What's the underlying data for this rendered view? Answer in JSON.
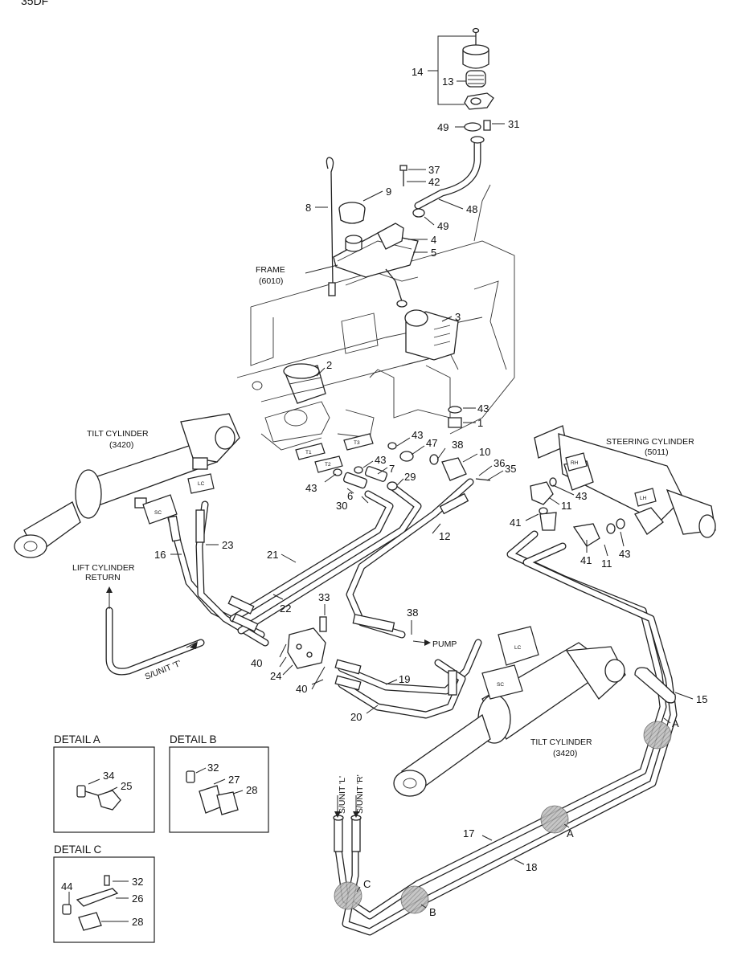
{
  "header": {
    "model_code": "35DF"
  },
  "labels": {
    "frame": [
      "FRAME",
      "(6010)"
    ],
    "tilt_cyl_left": [
      "TILT CYLINDER",
      "(3420)"
    ],
    "tilt_cyl_right": [
      "TILT CYLINDER",
      "(3420)"
    ],
    "steering_cyl": [
      "STEERING CYLINDER",
      "(5011)"
    ],
    "lift_return": [
      "LIFT CYLINDER",
      "RETURN"
    ],
    "s_unit_t": "S/UNIT 'T'",
    "s_unit_l": "S/UNIT 'L'",
    "s_unit_r": "S/UNIT 'R'",
    "pump": "PUMP",
    "tags": {
      "t1": "T1",
      "t2": "T2",
      "t3": "T3",
      "sc_left": "SC",
      "lc_left": "LC",
      "sc_right": "SC",
      "lc_right": "LC",
      "rh": "RH",
      "lh": "LH"
    },
    "details": {
      "a": "DETAIL A",
      "b": "DETAIL B",
      "c": "DETAIL C"
    },
    "letters": {
      "a1": "A",
      "a2": "A",
      "b": "B",
      "c": "C"
    }
  },
  "part_numbers": {
    "p14": "14",
    "p13": "13",
    "p49a": "49",
    "p31": "31",
    "p37": "37",
    "p42": "42",
    "p9": "9",
    "p8": "8",
    "p48": "48",
    "p49b": "49",
    "p4": "4",
    "p5": "5",
    "p3": "3",
    "p2": "2",
    "p43a": "43",
    "p1": "1",
    "p43b": "43",
    "p47": "47",
    "p38a": "38",
    "p10": "10",
    "p43c": "43",
    "p7": "7",
    "p43d": "43",
    "p36": "36",
    "p35": "35",
    "p29": "29",
    "p6": "6",
    "p30": "30",
    "p11a": "11",
    "p43e": "43",
    "p41a": "41",
    "p12": "12",
    "p23": "23",
    "p16": "16",
    "p21": "21",
    "p41b": "41",
    "p11b": "11",
    "p43f": "43",
    "p22": "22",
    "p33": "33",
    "p38b": "38",
    "p40a": "40",
    "p24": "24",
    "p40b": "40",
    "p19": "19",
    "p15": "15",
    "p20": "20",
    "p17": "17",
    "p18": "18",
    "p34": "34",
    "p25": "25",
    "p32a": "32",
    "p27": "27",
    "p28a": "28",
    "p32b": "32",
    "p44": "44",
    "p26": "26",
    "p28b": "28"
  }
}
